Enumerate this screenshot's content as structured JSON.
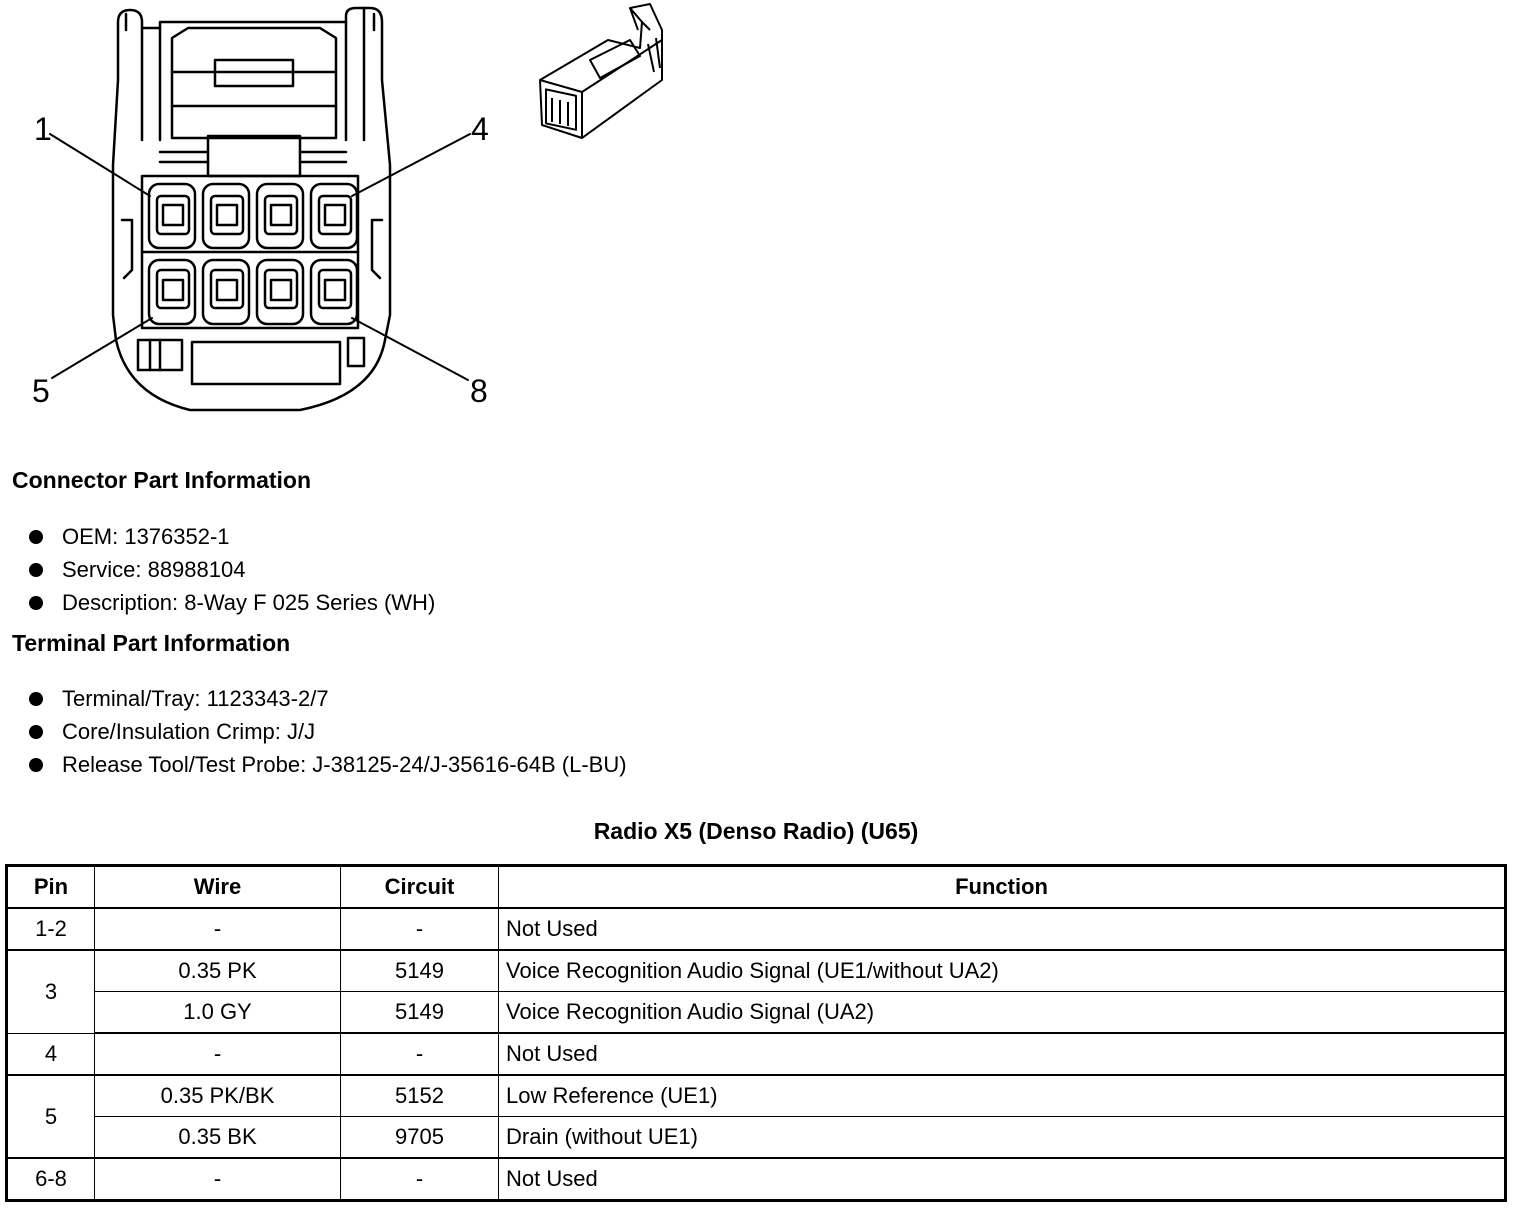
{
  "connector": {
    "pin_labels": [
      "1",
      "4",
      "5",
      "8"
    ]
  },
  "connector_part_info": {
    "heading": "Connector Part Information",
    "items": [
      "OEM: 1376352-1",
      "Service: 88988104",
      "Description: 8-Way F 025 Series (WH)"
    ]
  },
  "terminal_part_info": {
    "heading": "Terminal Part Information",
    "items": [
      "Terminal/Tray: 1123343-2/7",
      "Core/Insulation Crimp: J/J",
      "Release Tool/Test Probe: J-38125-24/J-35616-64B (L-BU)"
    ]
  },
  "table": {
    "title": "Radio X5 (Denso Radio) (U65)",
    "headers": [
      "Pin",
      "Wire",
      "Circuit",
      "Function"
    ],
    "groups": [
      {
        "pin": "1-2",
        "rows": [
          {
            "wire": "-",
            "circuit": "-",
            "function": "Not Used"
          }
        ]
      },
      {
        "pin": "3",
        "rows": [
          {
            "wire": "0.35 PK",
            "circuit": "5149",
            "function": "Voice Recognition Audio Signal (UE1/without UA2)"
          },
          {
            "wire": "1.0 GY",
            "circuit": "5149",
            "function": "Voice Recognition Audio Signal (UA2)"
          }
        ]
      },
      {
        "pin": "4",
        "rows": [
          {
            "wire": "-",
            "circuit": "-",
            "function": "Not Used"
          }
        ]
      },
      {
        "pin": "5",
        "rows": [
          {
            "wire": "0.35 PK/BK",
            "circuit": "5152",
            "function": "Low Reference (UE1)"
          },
          {
            "wire": "0.35 BK",
            "circuit": "9705",
            "function": "Drain (without UE1)"
          }
        ]
      },
      {
        "pin": "6-8",
        "rows": [
          {
            "wire": "-",
            "circuit": "-",
            "function": "Not Used"
          }
        ]
      }
    ]
  }
}
